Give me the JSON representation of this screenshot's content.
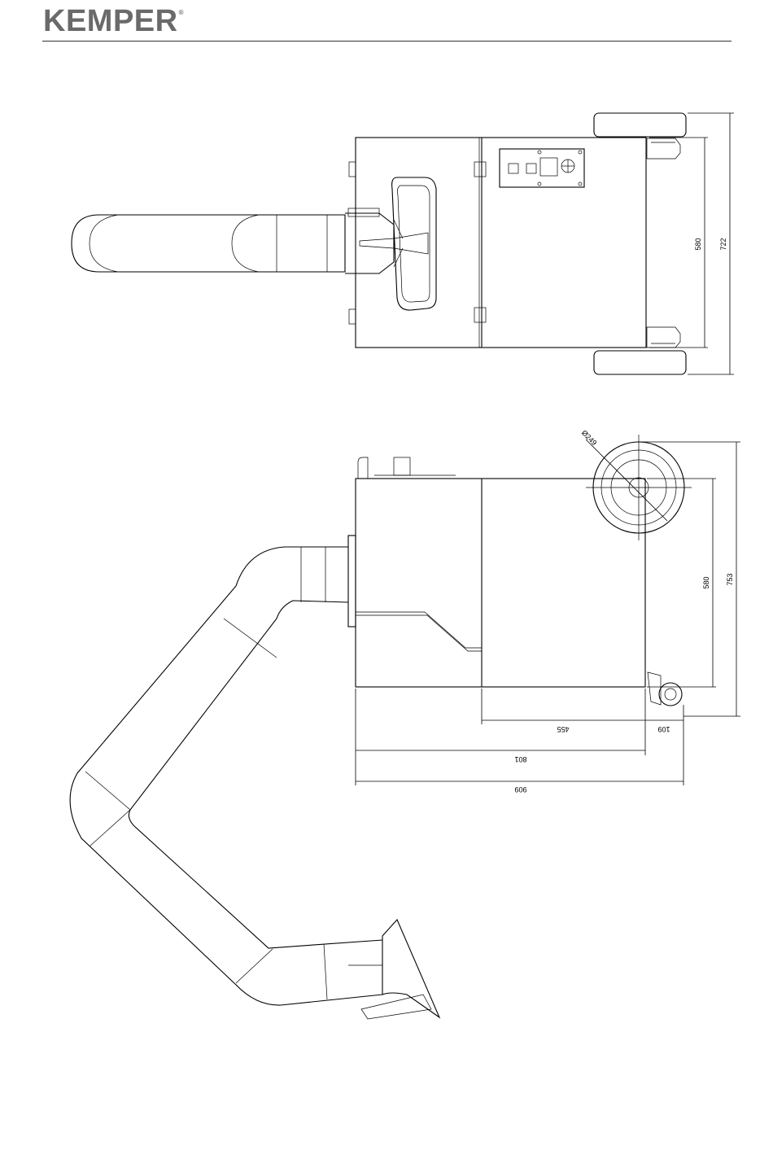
{
  "brand": {
    "name": "KEMPER",
    "mark": "®"
  },
  "top_view": {
    "dimensions": {
      "inner_width": "580",
      "overall_width": "722"
    }
  },
  "side_view": {
    "dimensions": {
      "wheel_diameter": "Ø249",
      "body_height": "580",
      "overall_height": "753",
      "body_rear_depth": "455",
      "castor_offset": "109",
      "body_depth": "801",
      "overall_depth": "909"
    }
  }
}
